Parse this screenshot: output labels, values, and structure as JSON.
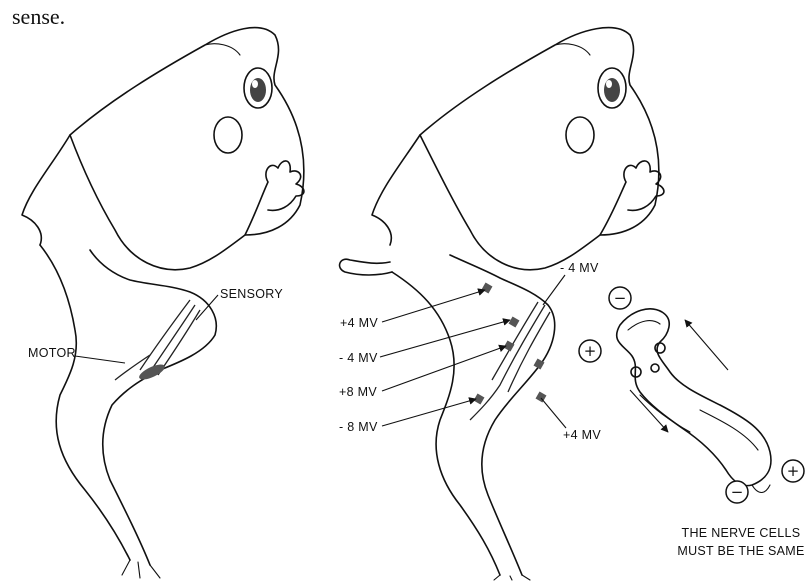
{
  "intro_text": "sense.",
  "left_figure": {
    "labels": {
      "sensory": "SENSORY",
      "motor": "MOTOR"
    }
  },
  "right_figure": {
    "voltages": {
      "top_right": "- 4 MV",
      "plus4_left": "+4 MV",
      "minus4_left": "- 4 MV",
      "plus8_left": "+8 MV",
      "minus8_left": "- 8 MV",
      "plus4_right": "+4 MV"
    },
    "signs": {
      "plus": "+",
      "minus": "−"
    },
    "caption": {
      "line1": "THE NERVE CELLS",
      "line2": "MUST BE THE SAME"
    }
  }
}
